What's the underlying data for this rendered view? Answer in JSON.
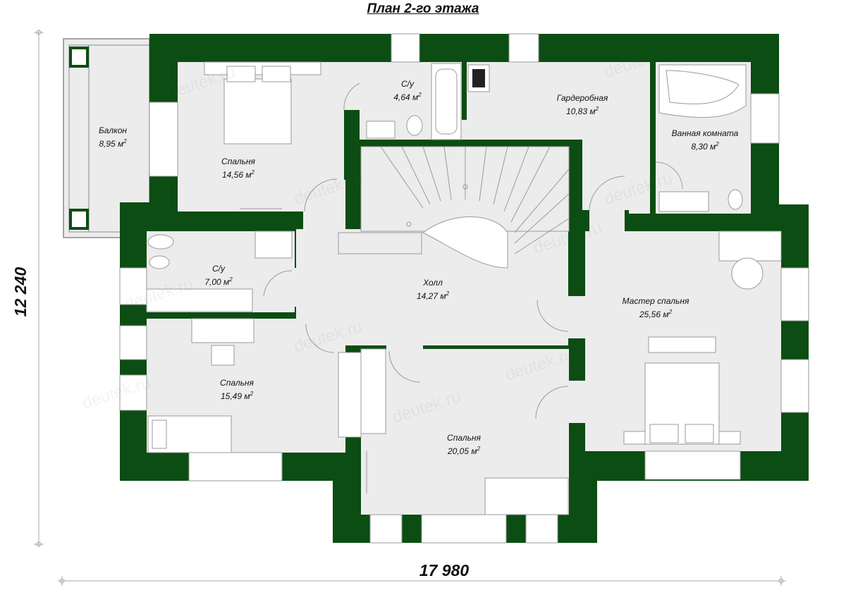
{
  "title": "План 2-го этажа",
  "dimensions": {
    "width": "17 980",
    "height": "12 240"
  },
  "colors": {
    "wall": "#0b4d12",
    "floor": "#ececec",
    "fixture": "#ffffff",
    "outline": "#9a9a9a"
  },
  "watermark": "deutek.ru",
  "rooms": [
    {
      "id": "balcony",
      "name": "Балкон",
      "area": "8,95 м",
      "sup": "2"
    },
    {
      "id": "bedroom-1",
      "name": "Спальня",
      "area": "14,56 м",
      "sup": "2"
    },
    {
      "id": "wc-1",
      "name": "С/у",
      "area": "4,64 м",
      "sup": "2"
    },
    {
      "id": "wardrobe",
      "name": "Гардеробная",
      "area": "10,83 м",
      "sup": "2"
    },
    {
      "id": "bathroom",
      "name": "Ванная комната",
      "area": "8,30 м",
      "sup": "2"
    },
    {
      "id": "wc-2",
      "name": "С/у",
      "area": "7,00 м",
      "sup": "2"
    },
    {
      "id": "hall",
      "name": "Холл",
      "area": "14,27 м",
      "sup": "2"
    },
    {
      "id": "master-bedroom",
      "name": "Мастер спальня",
      "area": "25,56 м",
      "sup": "2"
    },
    {
      "id": "bedroom-2",
      "name": "Спальня",
      "area": "15,49 м",
      "sup": "2"
    },
    {
      "id": "bedroom-3",
      "name": "Спальня",
      "area": "20,05 м",
      "sup": "2"
    }
  ]
}
